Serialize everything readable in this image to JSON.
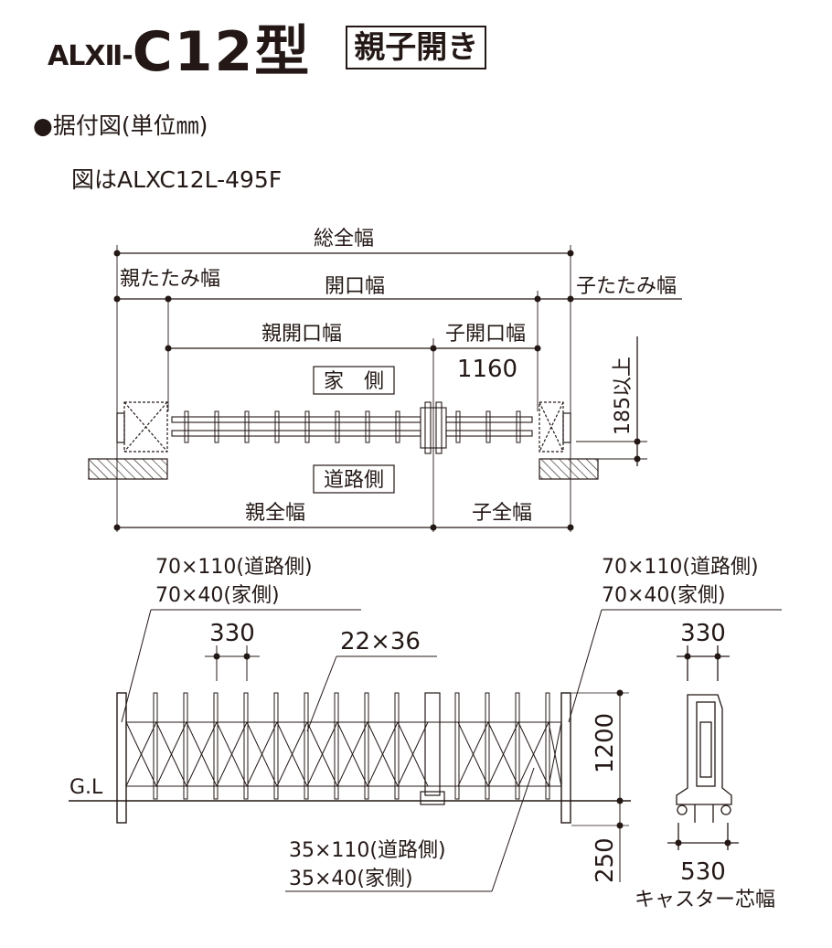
{
  "title": {
    "series": "ALXⅡ-",
    "model": "C12型",
    "badge": "親子開き"
  },
  "section_label": "●据付図(単位㎜)",
  "figure_note": "図はALXC12L-495F",
  "plan_view": {
    "overall_width": "総全幅",
    "parent_fold_width": "親たたみ幅",
    "opening_width": "開口幅",
    "child_fold_width": "子たたみ幅",
    "parent_opening": "親開口幅",
    "child_opening": "子開口幅",
    "child_opening_value": "1160",
    "house_side": "家　側",
    "road_side": "道路側",
    "parent_total_width": "親全幅",
    "child_total_width": "子全幅",
    "clearance": "185以上"
  },
  "front_view": {
    "post_left_line1": "70×110(道路側)",
    "post_left_line2": "70×40(家側)",
    "post_right_line1": "70×110(道路側)",
    "post_right_line2": "70×40(家側)",
    "pitch": "330",
    "member_size": "22×36",
    "ground_label": "G.L",
    "height": "1200",
    "below_ground": "250",
    "end_post_line1": "35×110(道路側)",
    "end_post_line2": "35×40(家側)"
  },
  "side_view": {
    "top_width": "330",
    "caster_width": "530",
    "caster_label": "キャスター芯幅"
  }
}
